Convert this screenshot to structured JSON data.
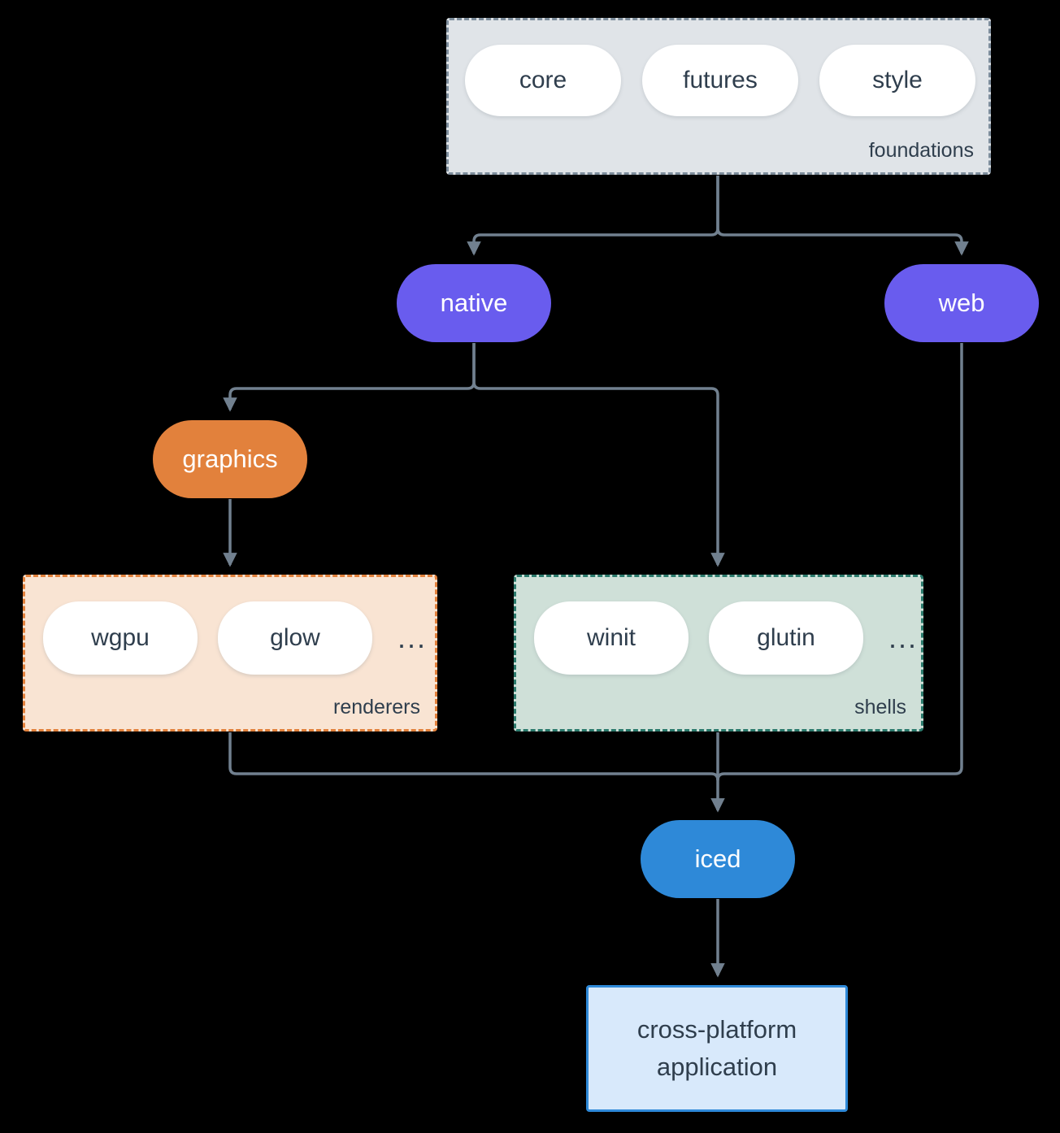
{
  "diagram": {
    "background_color": "#000000",
    "connector_color": "#71808f",
    "text_color": "#2f3e4d",
    "groups": {
      "foundations": {
        "label": "foundations",
        "fill": "#e0e4e8",
        "border_color": "#7d8d9c",
        "items": [
          "core",
          "futures",
          "style"
        ]
      },
      "renderers": {
        "label": "renderers",
        "fill": "#f9e4d3",
        "border_color": "#e2813c",
        "items": [
          "wgpu",
          "glow"
        ],
        "ellipsis": "..."
      },
      "shells": {
        "label": "shells",
        "fill": "#cfe0d8",
        "border_color": "#2b7a6c",
        "items": [
          "winit",
          "glutin"
        ],
        "ellipsis": "..."
      }
    },
    "nodes": {
      "native": {
        "label": "native",
        "fill": "#695cee"
      },
      "web": {
        "label": "web",
        "fill": "#695cee"
      },
      "graphics": {
        "label": "graphics",
        "fill": "#e2813c"
      },
      "iced": {
        "label": "iced",
        "fill": "#2e89d8"
      },
      "application": {
        "label": "cross-platform application",
        "fill": "#d8e9fb",
        "border_color": "#2e89d8"
      }
    }
  }
}
